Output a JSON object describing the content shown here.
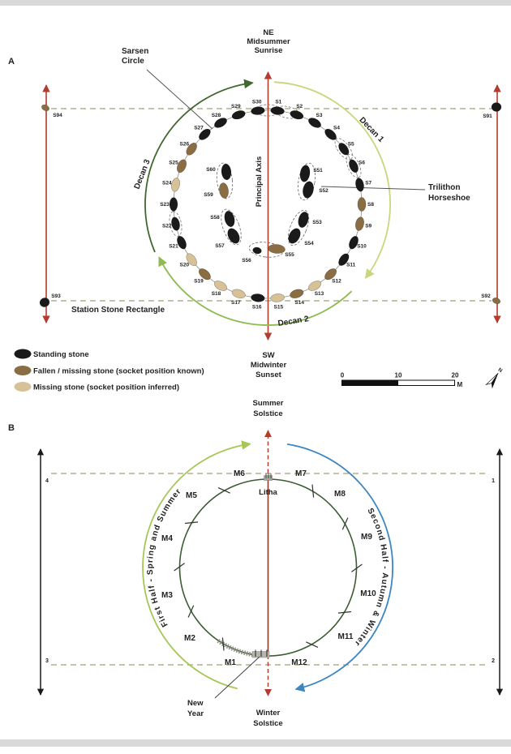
{
  "figure": {
    "panel_a": {
      "panel_label": "A",
      "axis_top": [
        "NE",
        "Midsummer",
        "Sunrise"
      ],
      "axis_bottom": [
        "SW",
        "Midwinter",
        "Sunset"
      ],
      "principal_axis": "Principal Axis",
      "annotations": {
        "sarsen_circle": [
          "Sarsen",
          "Circle"
        ],
        "trilithon_horseshoe": [
          "Trilithon",
          "Horseshoe"
        ],
        "station_stone_rectangle": "Station Stone Rectangle"
      },
      "decans": [
        "Decan 1",
        "Decan 2",
        "Decan 3"
      ],
      "sarsen_stones": [
        {
          "id": "S1",
          "type": "standing"
        },
        {
          "id": "S2",
          "type": "standing"
        },
        {
          "id": "S3",
          "type": "standing"
        },
        {
          "id": "S4",
          "type": "standing"
        },
        {
          "id": "S5",
          "type": "standing"
        },
        {
          "id": "S6",
          "type": "standing"
        },
        {
          "id": "S7",
          "type": "standing"
        },
        {
          "id": "S8",
          "type": "fallen"
        },
        {
          "id": "S9",
          "type": "fallen"
        },
        {
          "id": "S10",
          "type": "standing"
        },
        {
          "id": "S11",
          "type": "standing"
        },
        {
          "id": "S12",
          "type": "fallen"
        },
        {
          "id": "S13",
          "type": "missing"
        },
        {
          "id": "S14",
          "type": "fallen"
        },
        {
          "id": "S15",
          "type": "missing"
        },
        {
          "id": "S16",
          "type": "standing"
        },
        {
          "id": "S17",
          "type": "missing"
        },
        {
          "id": "S18",
          "type": "missing"
        },
        {
          "id": "S19",
          "type": "fallen"
        },
        {
          "id": "S20",
          "type": "missing"
        },
        {
          "id": "S21",
          "type": "standing"
        },
        {
          "id": "S22",
          "type": "standing"
        },
        {
          "id": "S23",
          "type": "standing"
        },
        {
          "id": "S24",
          "type": "missing"
        },
        {
          "id": "S25",
          "type": "fallen"
        },
        {
          "id": "S26",
          "type": "fallen"
        },
        {
          "id": "S27",
          "type": "standing"
        },
        {
          "id": "S28",
          "type": "standing"
        },
        {
          "id": "S29",
          "type": "standing"
        },
        {
          "id": "S30",
          "type": "standing"
        }
      ],
      "trilithon_stones": [
        {
          "id": "S51",
          "type": "standing"
        },
        {
          "id": "S52",
          "type": "standing"
        },
        {
          "id": "S53",
          "type": "standing"
        },
        {
          "id": "S54",
          "type": "standing"
        },
        {
          "id": "S55",
          "type": "fallen"
        },
        {
          "id": "S56",
          "type": "standing"
        },
        {
          "id": "S57",
          "type": "standing"
        },
        {
          "id": "S58",
          "type": "standing"
        },
        {
          "id": "S59",
          "type": "fallen"
        },
        {
          "id": "S60",
          "type": "standing"
        }
      ],
      "station_stones": [
        {
          "id": "S91",
          "type": "standing"
        },
        {
          "id": "S92",
          "type": "fallen"
        },
        {
          "id": "S93",
          "type": "standing"
        },
        {
          "id": "S94",
          "type": "fallen"
        }
      ],
      "legend": [
        {
          "type": "standing",
          "label": "Standing stone"
        },
        {
          "type": "fallen",
          "label": "Fallen / missing stone (socket position known)"
        },
        {
          "type": "missing",
          "label": "Missing stone (socket position inferred)"
        }
      ],
      "scale_bar": {
        "ticks": [
          "0",
          "10",
          "20"
        ],
        "unit": "M"
      },
      "compass": "N"
    },
    "panel_b": {
      "panel_label": "B",
      "axis_top": [
        "Summer",
        "Solstice"
      ],
      "axis_bottom": [
        "Winter",
        "Solstice"
      ],
      "litha": "Litha",
      "new_year": [
        "New",
        "Year"
      ],
      "months": [
        "M1",
        "M2",
        "M3",
        "M4",
        "M5",
        "M6",
        "M7",
        "M8",
        "M9",
        "M10",
        "M11",
        "M12"
      ],
      "halves": {
        "first": "First Half - Spring and Summer",
        "second": "Second Half - Autumn & Winter"
      },
      "corners": [
        "1",
        "2",
        "3",
        "4"
      ]
    },
    "colors": {
      "stone_standing": "#1a1a1a",
      "stone_fallen": "#8a6d42",
      "stone_missing": "#d7c197",
      "axis_red": "#b23c2e",
      "axis_red_dark": "#8a3a26",
      "dashed_line": "#a89f70",
      "decan1": "#c6d87b",
      "decan2": "#8cbb52",
      "decan3": "#40682f",
      "calendar_circle": "#3c5c33",
      "first_half_arc": "#a4c755",
      "second_half_arc": "#3d86c0",
      "black_arrow": "#1a1a1a"
    }
  }
}
